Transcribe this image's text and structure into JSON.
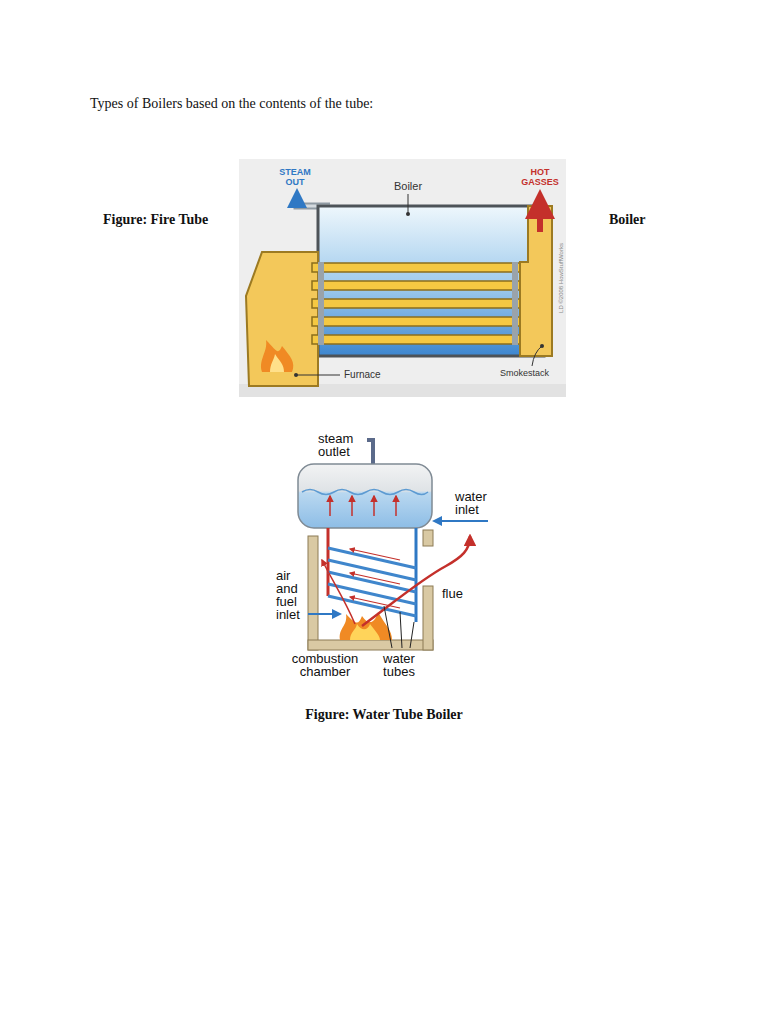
{
  "diagram": {
    "title": "Types of Boilers based on the contents of the tube:",
    "labels": [
      "Figure: Fire Tube",
      "Boiler",
      "STEAM OUT",
      "Boiler",
      "HOT GASSES",
      "Furnace",
      "Smokestack",
      "LD ©2008 HowStuffWorks",
      "steam outlet",
      "water inlet",
      "flue",
      "air and fuel inlet",
      "combustion chamber",
      "water tubes",
      "Figure: Water Tube Boiler"
    ]
  }
}
